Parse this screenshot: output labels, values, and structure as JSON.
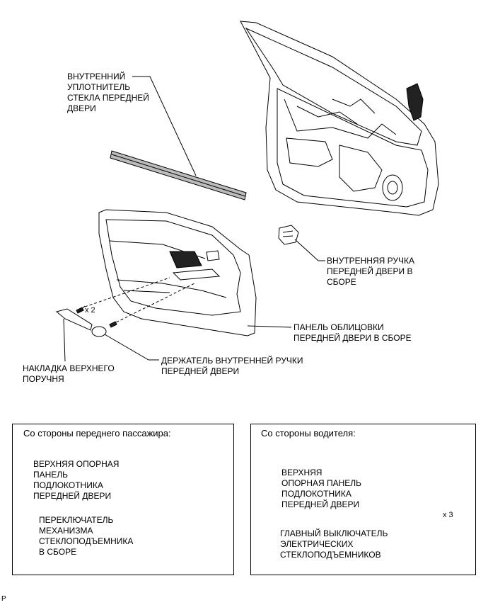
{
  "labels": {
    "inner_weatherstrip": "ВНУТРЕННИЙ\nУПЛОТНИТЕЛЬ\nСТЕКЛА ПЕРЕДНЕЙ\nДВЕРИ",
    "inside_handle": "ВНУТРЕННЯЯ РУЧКА\nПЕРЕДНЕЙ ДВЕРИ В\nСБОРЕ",
    "trim_board": "ПАНЕЛЬ ОБЛИЦОВКИ\nПЕРЕДНЕЙ ДВЕРИ В СБОРЕ",
    "handle_bezel": "ДЕРЖАТЕЛЬ ВНУТРЕННЕЙ РУЧКИ\nПЕРЕДНЕЙ ДВЕРИ",
    "armrest_cover": "НАКЛАДКА ВЕРХНЕГО\nПОРУЧНЯ",
    "screw_qty_main": "x 2"
  },
  "passenger_box": {
    "title": "Со стороны переднего пассажира:",
    "base_panel": "ВЕРХНЯЯ ОПОРНАЯ\nПАНЕЛЬ\nПОДЛОКОТНИКА\nПЕРЕДНЕЙ ДВЕРИ",
    "regulator_switch": "ПЕРЕКЛЮЧАТЕЛЬ\nМЕХАНИЗМА\nСТЕКЛОПОДЪЕМНИКА\nВ СБОРЕ"
  },
  "driver_box": {
    "title": "Со стороны водителя:",
    "base_panel": "ВЕРХНЯЯ\nОПОРНАЯ ПАНЕЛЬ\nПОДЛОКОТНИКА\nПЕРЕДНЕЙ ДВЕРИ",
    "master_switch": "ГЛАВНЫЙ ВЫКЛЮЧАТЕЛЬ\nЭЛЕКТРИЧЕСКИХ\nСТЕКЛОПОДЪЕМНИКОВ",
    "screw_qty": "x 3"
  },
  "corner_mark": "P"
}
